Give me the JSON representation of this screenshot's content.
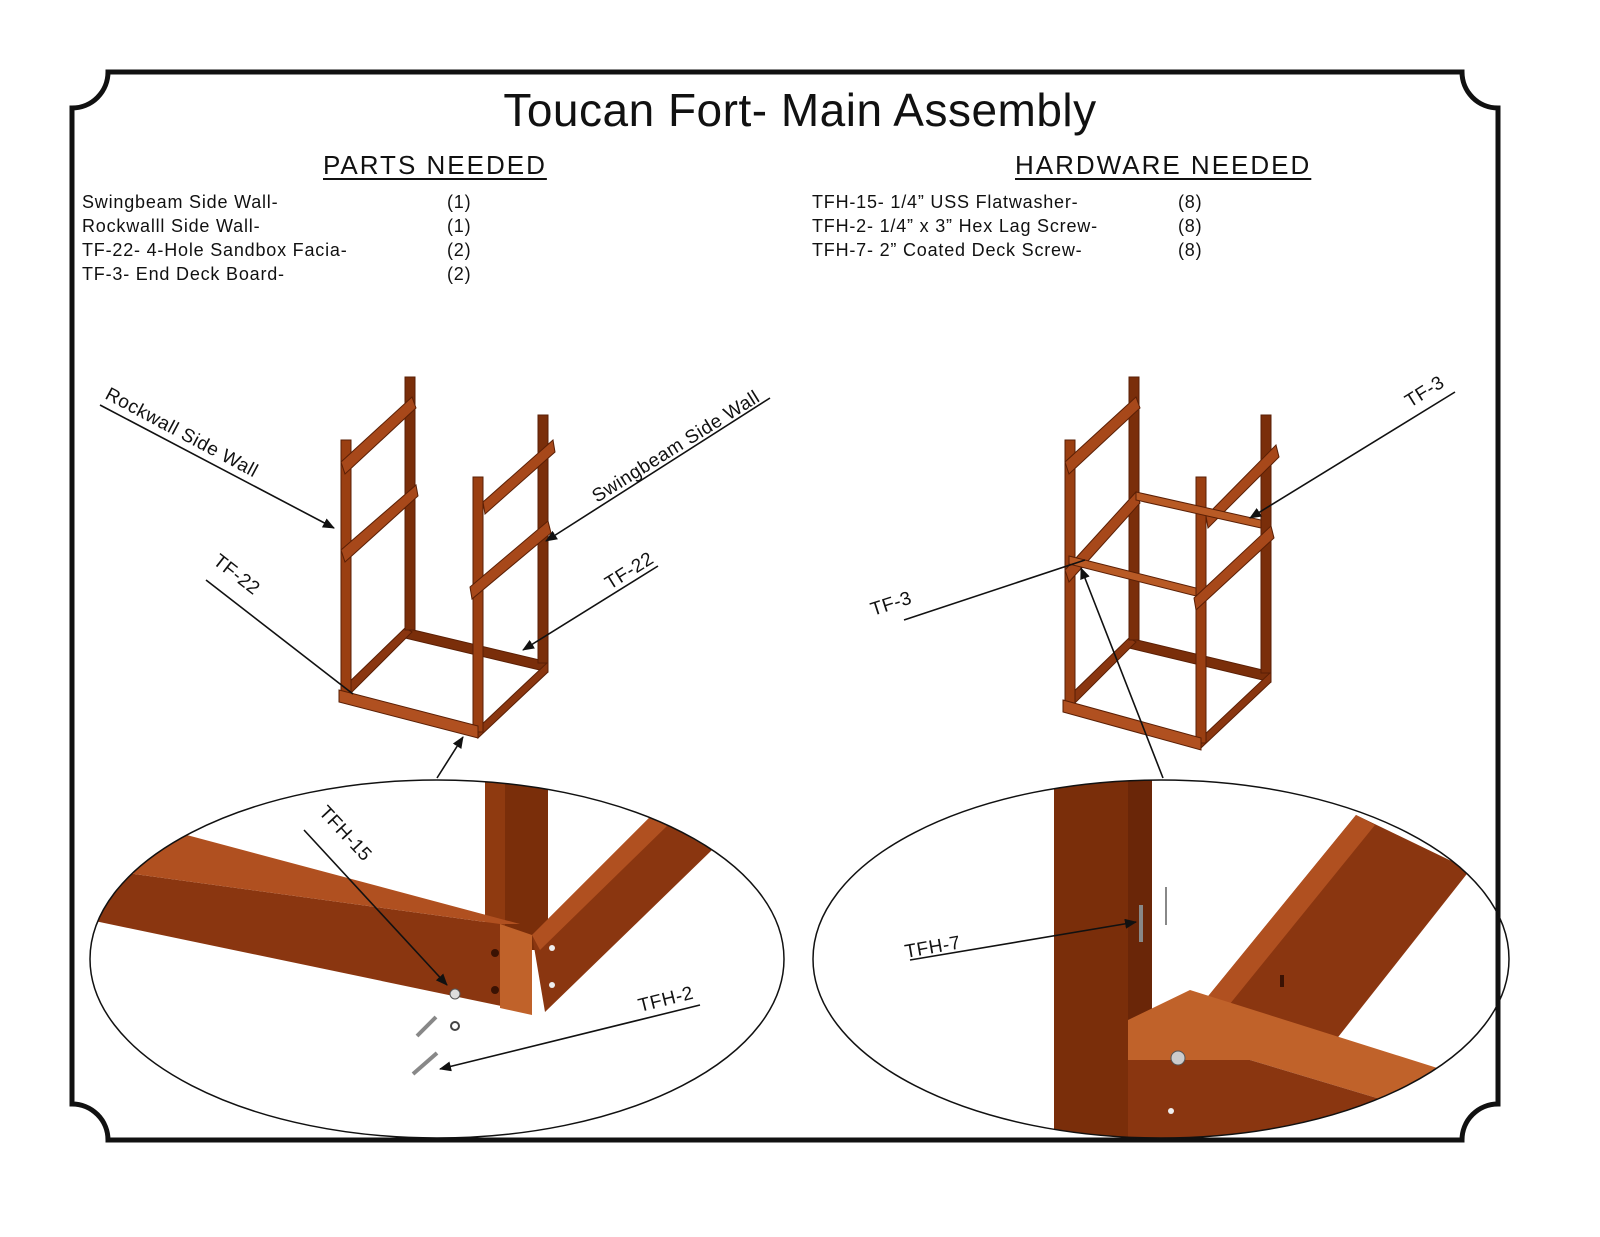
{
  "title": "Toucan Fort- Main Assembly",
  "parts": {
    "heading": "PARTS NEEDED",
    "items": [
      {
        "name": "Swingbeam Side Wall-",
        "qty": "(1)"
      },
      {
        "name": "Rockwalll Side Wall-",
        "qty": "(1)"
      },
      {
        "name": "TF-22- 4-Hole Sandbox Facia-",
        "qty": "(2)"
      },
      {
        "name": "TF-3- End Deck Board-",
        "qty": "(2)"
      }
    ]
  },
  "hardware": {
    "heading": "HARDWARE NEEDED",
    "items": [
      {
        "name": "TFH-15- 1/4” USS Flatwasher-",
        "qty": "(8)"
      },
      {
        "name": "TFH-2- 1/4” x 3” Hex Lag Screw-",
        "qty": "(8)"
      },
      {
        "name": "TFH-7- 2” Coated Deck Screw-",
        "qty": "(8)"
      }
    ]
  },
  "callouts": {
    "rockwall": "Rockwall Side Wall",
    "swingbeam": "Swingbeam Side Wall",
    "tf22_left": "TF-22",
    "tf22_right": "TF-22",
    "tfh15": "TFH-15",
    "tfh2": "TFH-2",
    "tf3_right": "TF-3",
    "tf3_left": "TF-3",
    "tfh7": "TFH-7"
  },
  "colors": {
    "wood_dark": "#7a2e0a",
    "wood_mid": "#9a3f12",
    "wood_light": "#c0622a",
    "ink": "#111111"
  }
}
